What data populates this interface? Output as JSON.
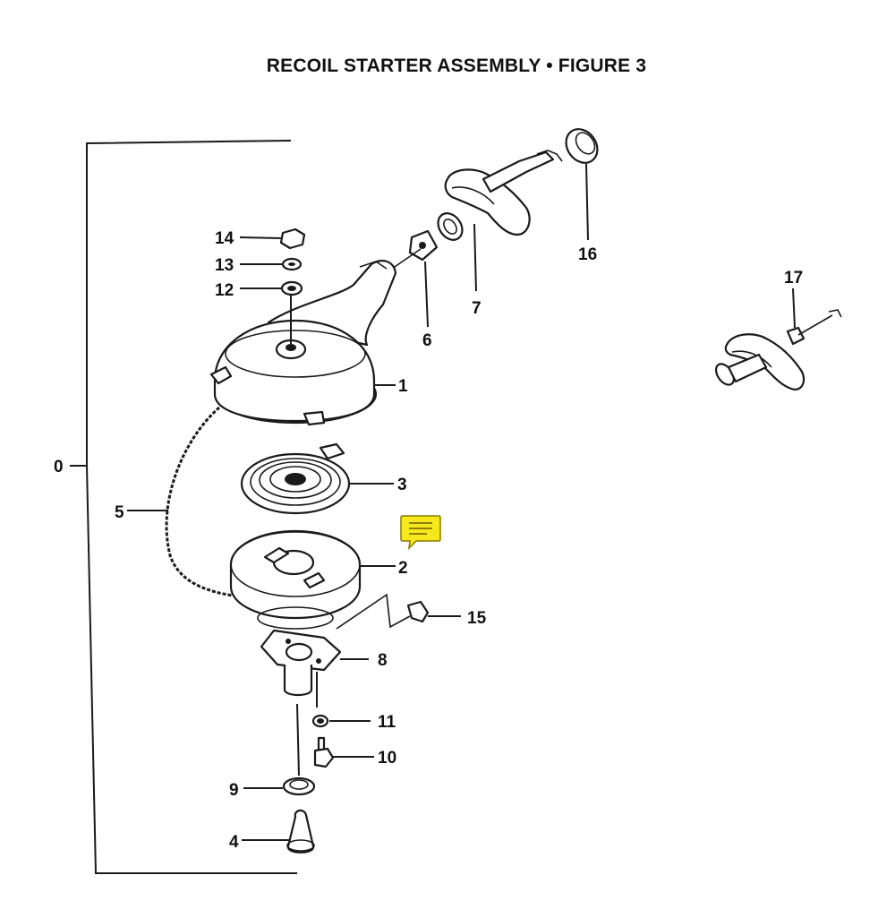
{
  "diagram": {
    "title": "RECOIL STARTER ASSEMBLY  •  FIGURE  3",
    "labels": [
      "0",
      "1",
      "2",
      "3",
      "4",
      "5",
      "6",
      "7",
      "8",
      "9",
      "10",
      "11",
      "12",
      "13",
      "14",
      "15",
      "16",
      "17"
    ]
  },
  "note_icon": {
    "name": "comment-icon",
    "color": "#f7e81e"
  }
}
